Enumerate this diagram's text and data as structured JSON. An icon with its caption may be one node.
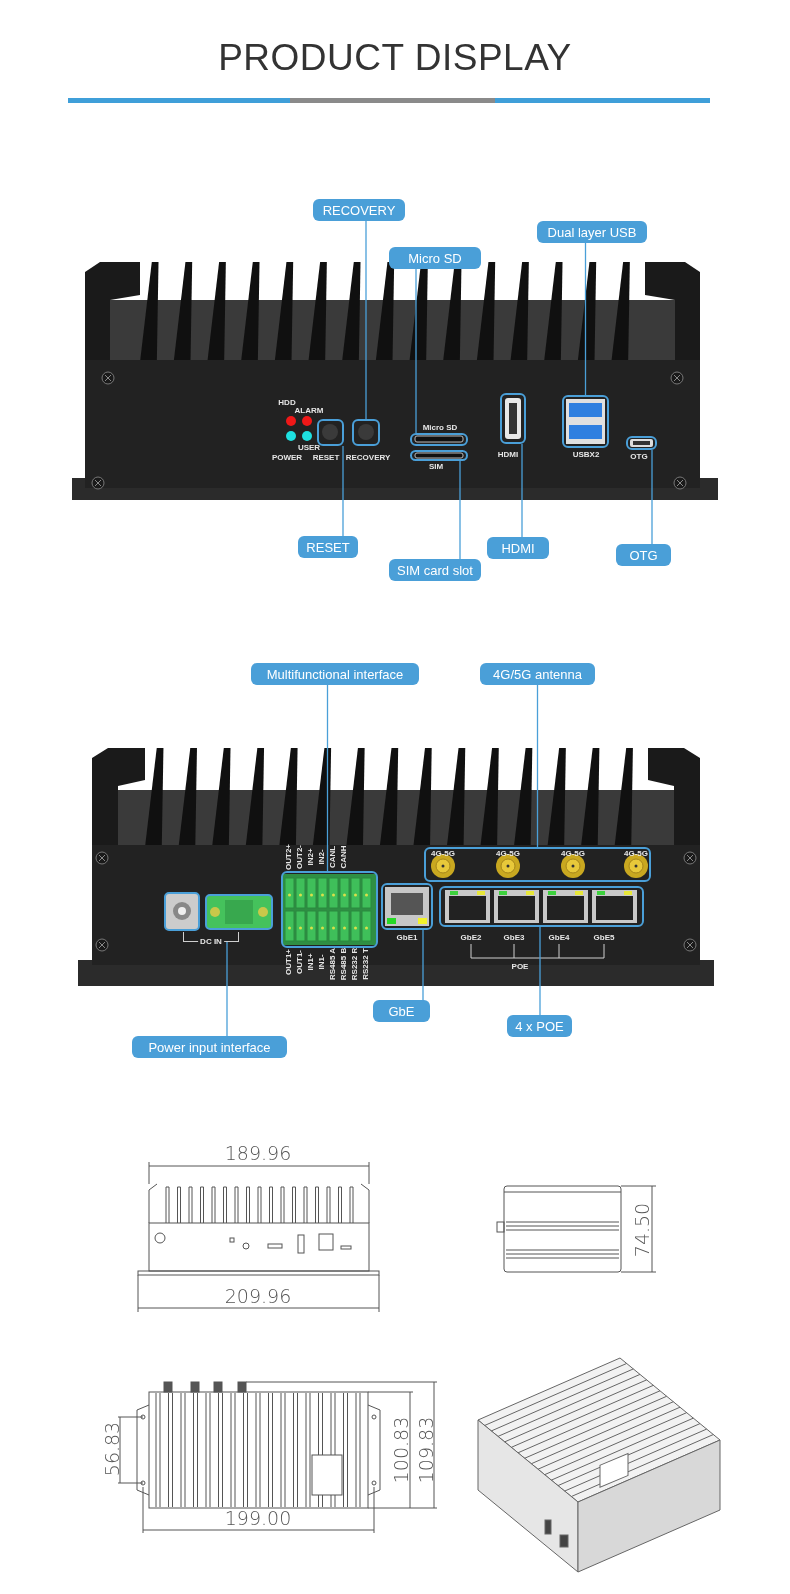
{
  "diagram": {
    "title": "PRODUCT DISPLAY",
    "nodes": [
      {
        "text": [
          "RECOVERY"
        ]
      },
      {
        "text": [
          "Micro SD"
        ]
      },
      {
        "text": [
          "Dual layer USB"
        ]
      },
      {
        "text": [
          "RESET"
        ]
      },
      {
        "text": [
          "SIM card slot"
        ]
      },
      {
        "text": [
          "HDMI"
        ]
      },
      {
        "text": [
          "OTG"
        ]
      },
      {
        "text": [
          "Multifunctional interface"
        ]
      },
      {
        "text": [
          "4G/5G antenna"
        ]
      },
      {
        "text": [
          "GbE"
        ]
      },
      {
        "text": [
          "4 x POE"
        ]
      },
      {
        "text": [
          "Power input interface"
        ]
      },
      {
        "text": [],
        "shape": "box",
        "beside": [
          "RECOVERY"
        ]
      },
      {
        "text": [],
        "shape": "box",
        "beside": [
          "Micro SD"
        ]
      },
      {
        "text": [],
        "shape": "box",
        "beside": [
          "USBX2"
        ]
      },
      {
        "text": [],
        "shape": "box",
        "beside": [
          "RESET"
        ]
      },
      {
        "text": [],
        "shape": "box",
        "beside": [
          "SIM"
        ]
      },
      {
        "text": [],
        "shape": "box",
        "beside": [
          "HDMI"
        ]
      },
      {
        "text": [],
        "shape": "box",
        "beside": [
          "OTG"
        ]
      },
      {
        "text": [],
        "shape": "box"
      },
      {
        "text": [],
        "shape": "box"
      },
      {
        "text": [],
        "shape": "box",
        "beside": [
          "GbE1"
        ]
      },
      {
        "text": [],
        "shape": "box"
      },
      {
        "text": [
          "DC IN"
        ]
      }
    ],
    "edges": [
      {
        "from": 0,
        "to": 12,
        "arrow": "none"
      },
      {
        "from": 1,
        "to": 13,
        "arrow": "none"
      },
      {
        "from": 2,
        "to": 14,
        "arrow": "none"
      },
      {
        "from": 3,
        "to": 15,
        "arrow": "none"
      },
      {
        "from": 4,
        "to": 16,
        "arrow": "none"
      },
      {
        "from": 5,
        "to": 17,
        "arrow": "none"
      },
      {
        "from": 6,
        "to": 18,
        "arrow": "none"
      },
      {
        "from": 7,
        "to": 19,
        "arrow": "none"
      },
      {
        "from": 8,
        "to": 20,
        "arrow": "none"
      },
      {
        "from": 9,
        "to": 21,
        "arrow": "none"
      },
      {
        "from": 10,
        "to": 22,
        "arrow": "none"
      },
      {
        "from": 11,
        "to": 23,
        "arrow": "none"
      }
    ],
    "labels": [
      "HDD",
      "ALARM",
      "POWER",
      "USER",
      "4G-5G",
      "4G-5G",
      "4G-5G",
      "4G-5G",
      "OUT2+",
      "OUT2-",
      "IN2+",
      "IN2-",
      "CANL",
      "CANH",
      "OUT1+",
      "OUT1-",
      "IN1+",
      "IN1-",
      "RS485 A",
      "RS485 B",
      "RS232 R",
      "RS232 T",
      "GbE2",
      "GbE3",
      "GbE4",
      "GbE5",
      "POE",
      "189.96",
      "209.96",
      "74.50",
      "56.83",
      "100.83",
      "109.83",
      "199.00"
    ]
  }
}
